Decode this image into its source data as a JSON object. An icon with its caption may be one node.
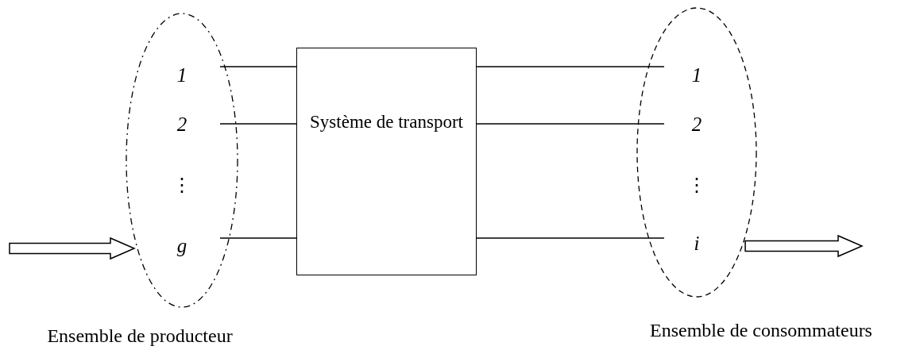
{
  "diagram": {
    "nodes": [
      {
        "text": [
          "Ensemble de producteur"
        ]
      },
      {
        "text": [
          "1"
        ],
        "in": 0
      },
      {
        "text": [
          "2"
        ],
        "in": 0
      },
      {
        "text": [
          "g"
        ],
        "in": 0
      },
      {
        "text": [
          "Système de transport"
        ]
      },
      {
        "text": [
          "Ensemble de consommateurs"
        ]
      },
      {
        "text": [
          "1"
        ],
        "in": 5
      },
      {
        "text": [
          "2"
        ],
        "in": 5
      },
      {
        "text": [
          "i"
        ],
        "in": 5
      }
    ],
    "edges": [
      {
        "from": null,
        "to": 0,
        "arrow": "to",
        "style": "thick"
      },
      {
        "from": 1,
        "to": 4,
        "arrow": "none"
      },
      {
        "from": 2,
        "to": 4,
        "arrow": "none"
      },
      {
        "from": 3,
        "to": 4,
        "arrow": "none"
      },
      {
        "from": 4,
        "to": 6,
        "arrow": "none"
      },
      {
        "from": 4,
        "to": 7,
        "arrow": "none"
      },
      {
        "from": 4,
        "to": 8,
        "arrow": "none"
      },
      {
        "from": 5,
        "to": null,
        "arrow": "to",
        "style": "thick"
      }
    ],
    "labels": [
      "⋮",
      "⋮"
    ]
  }
}
